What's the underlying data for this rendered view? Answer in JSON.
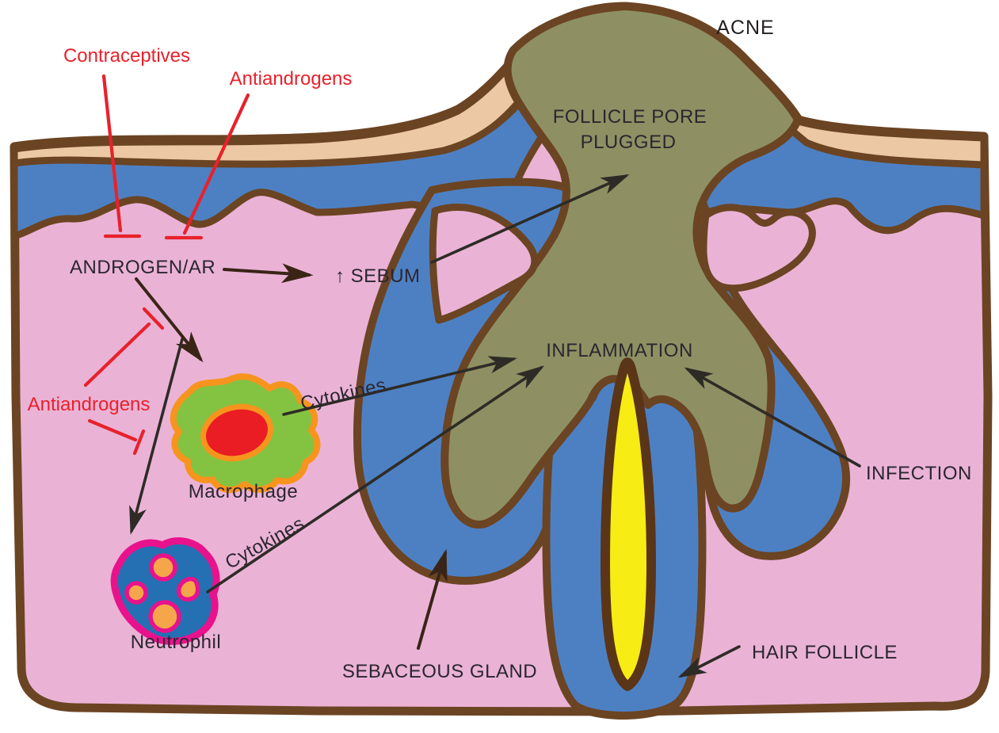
{
  "title": "ACNE",
  "labels": {
    "acne": "ACNE",
    "follicle_pore_line1": "FOLLICLE PORE",
    "follicle_pore_line2": "PLUGGED",
    "androgen": "ANDROGEN/AR",
    "sebum": "↑ SEBUM",
    "inflammation": "INFLAMMATION",
    "infection": "INFECTION",
    "sebaceous_gland": "SEBACEOUS GLAND",
    "hair_follicle": "HAIR FOLLICLE",
    "macrophage": "Macrophage",
    "neutrophil": "Neutrophil",
    "cytokines_macrophage": "Cytokines",
    "cytokines_neutrophil": "Cytokines"
  },
  "inhibitors": {
    "contraceptives": "Contraceptives",
    "antiandrogens_top": "Antiandrogens",
    "antiandrogens_left": "Antiandrogens"
  },
  "colors": {
    "background": "#ffffff",
    "skin_outline_brown": "#6b4423",
    "dermis_pink": "#eab3d6",
    "epidermis_blue": "#4d80c3",
    "stratum_corneum_tan": "#ecc9a4",
    "plug_olive": "#8e9063",
    "hair_yellow": "#f7ec13",
    "follicle_sheath_brown": "#5a3517",
    "arrow_dark": "#2e2b26",
    "arrow_brown": "#3a2416",
    "inhibitor_red": "#e8212b",
    "macrophage_green": "#84c341",
    "macrophage_outline_orange": "#f7941e",
    "nucleus_red": "#ea1c24",
    "neutrophil_blue": "#2470b3",
    "neutrophil_outline_magenta": "#e8128c",
    "neutrophil_lobe_orange": "#f5a54a",
    "label_dark": "#2b2630"
  }
}
